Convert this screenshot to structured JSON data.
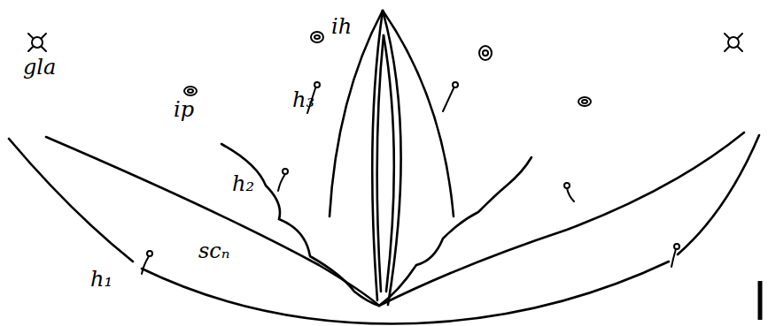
{
  "diagram": {
    "labels": [
      "gla",
      "ih",
      "ip",
      "h₃",
      "h₂",
      "h₁",
      "scₙ"
    ]
  }
}
